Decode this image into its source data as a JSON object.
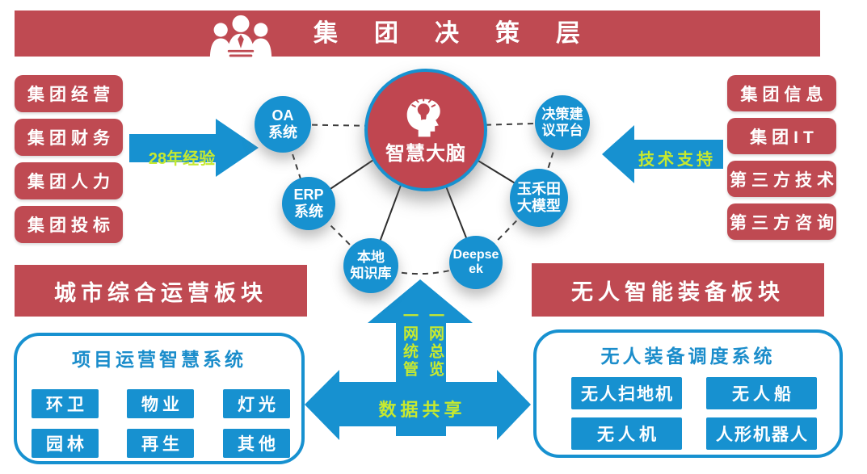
{
  "colors": {
    "brand_red": "#BF4A52",
    "brand_blue": "#1791D0",
    "highlight_green": "#C7E92F",
    "panel_title_blue": "#1B8DCB"
  },
  "header": {
    "title": "集团决策层",
    "icon": "people-icon"
  },
  "left_group": {
    "items": [
      "集团经营",
      "集团财务",
      "集团人力",
      "集团投标"
    ]
  },
  "right_group": {
    "items": [
      "集团信息",
      "集团IT",
      "第三方技术",
      "第三方咨询"
    ]
  },
  "arrows": {
    "experience_label": "28年经验",
    "support_label": "技术支持",
    "share_label": "数据共享",
    "up_labels": [
      "一网统管",
      "一网总览"
    ]
  },
  "network": {
    "center": {
      "label": "智慧大脑",
      "icon": "brain-bulb-icon"
    },
    "satellites": [
      {
        "lines": [
          "OA",
          "系统"
        ]
      },
      {
        "lines": [
          "ERP",
          "系统"
        ]
      },
      {
        "lines": [
          "本地",
          "知识库"
        ]
      },
      {
        "lines": [
          "Deepse",
          "ek"
        ]
      },
      {
        "lines": [
          "玉禾田",
          "大模型"
        ]
      },
      {
        "lines": [
          "决策建",
          "议平台"
        ]
      }
    ]
  },
  "city_section": {
    "banner": "城市综合运营板块",
    "panel_title": "项目运营智慧系统",
    "items": [
      "环卫",
      "物业",
      "灯光",
      "园林",
      "再生",
      "其他"
    ]
  },
  "unmanned_section": {
    "banner": "无人智能装备板块",
    "panel_title": "无人装备调度系统",
    "items": [
      "无人扫地机",
      "无人船",
      "无人机",
      "人形机器人"
    ]
  }
}
